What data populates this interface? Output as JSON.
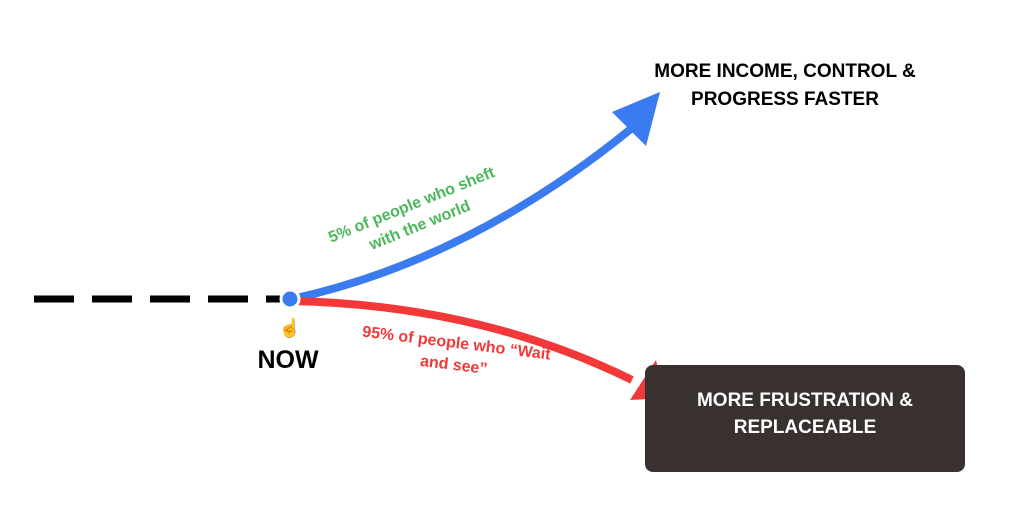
{
  "outcomes": {
    "positive": "MORE INCOME, CONTROL & PROGRESS FASTER",
    "negative": "MORE FRUSTRATION & REPLACEABLE"
  },
  "paths": {
    "shift_label": "5% of people who sheft with the world",
    "wait_label": "95% of people who “Wait and see”"
  },
  "now_label": "NOW",
  "colors": {
    "blue": "#3b7bf0",
    "red": "#f23838",
    "green": "#4cb85c",
    "box": "#383130"
  }
}
